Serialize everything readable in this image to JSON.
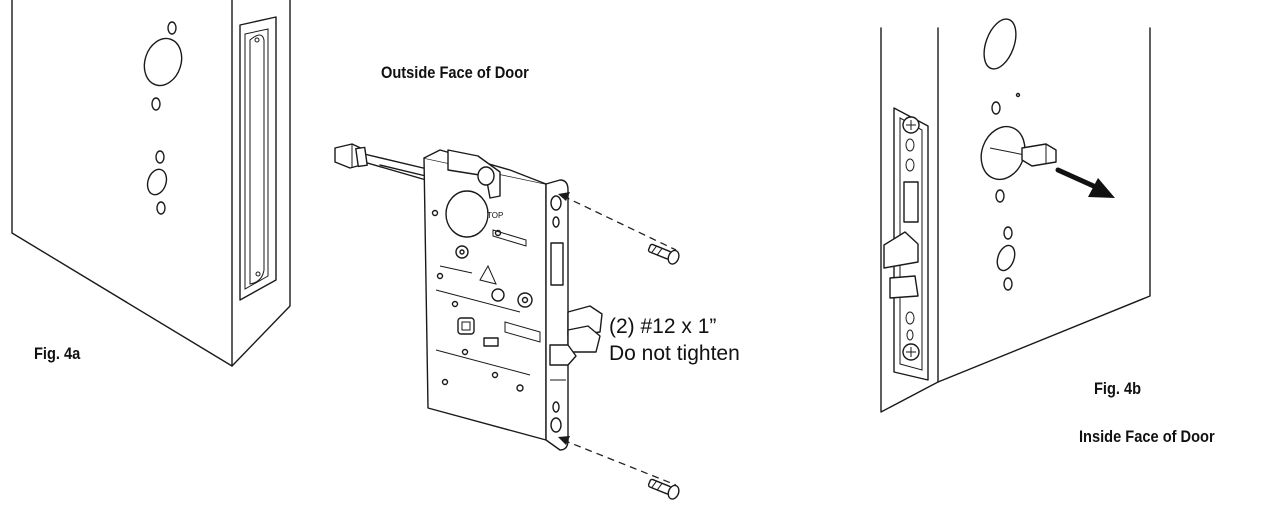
{
  "labels": {
    "outside_face": "Outside Face of Door",
    "inside_face": "Inside Face of Door",
    "fig_4a": "Fig.  4a",
    "fig_4b": "Fig.  4b",
    "screws_line1": "(2) #12 x 1”",
    "screws_line2": "Do not tighten",
    "case_marking": "TOP"
  },
  "icons": [
    "door-edge-4a",
    "mortise-lock-body",
    "screw-top",
    "screw-bottom",
    "door-edge-4b",
    "arrow-icon"
  ]
}
